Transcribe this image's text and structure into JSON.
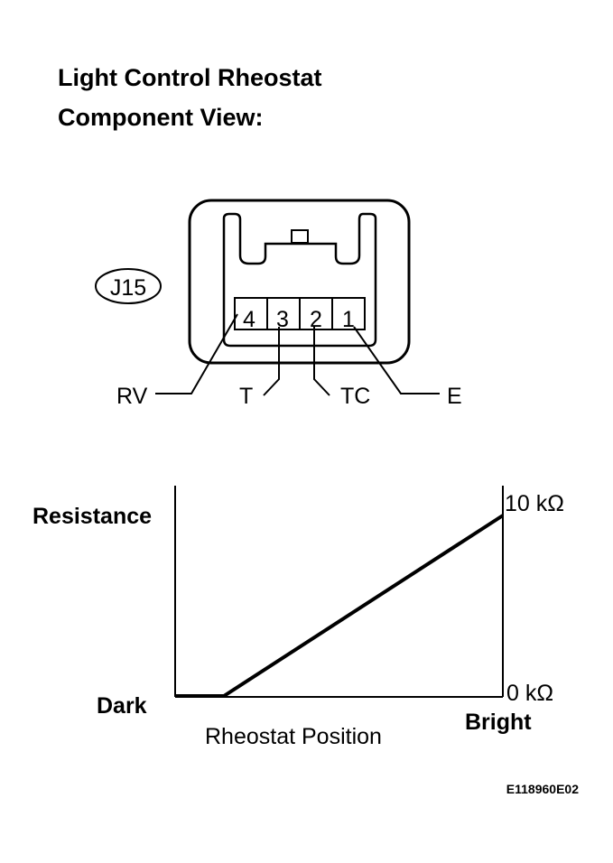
{
  "title_line1": "Light Control Rheostat",
  "title_line2": "Component View:",
  "connector": {
    "id": "J15",
    "pins": [
      "4",
      "3",
      "2",
      "1"
    ],
    "terminals": [
      "RV",
      "T",
      "TC",
      "E"
    ]
  },
  "graph": {
    "y_axis_label": "Resistance",
    "x_axis_label": "Rheostat Position",
    "x_left_label": "Dark",
    "x_right_label": "Bright",
    "y_max_label": "10 kΩ",
    "y_min_label": "0 kΩ"
  },
  "figure_code": "E118960E02"
}
